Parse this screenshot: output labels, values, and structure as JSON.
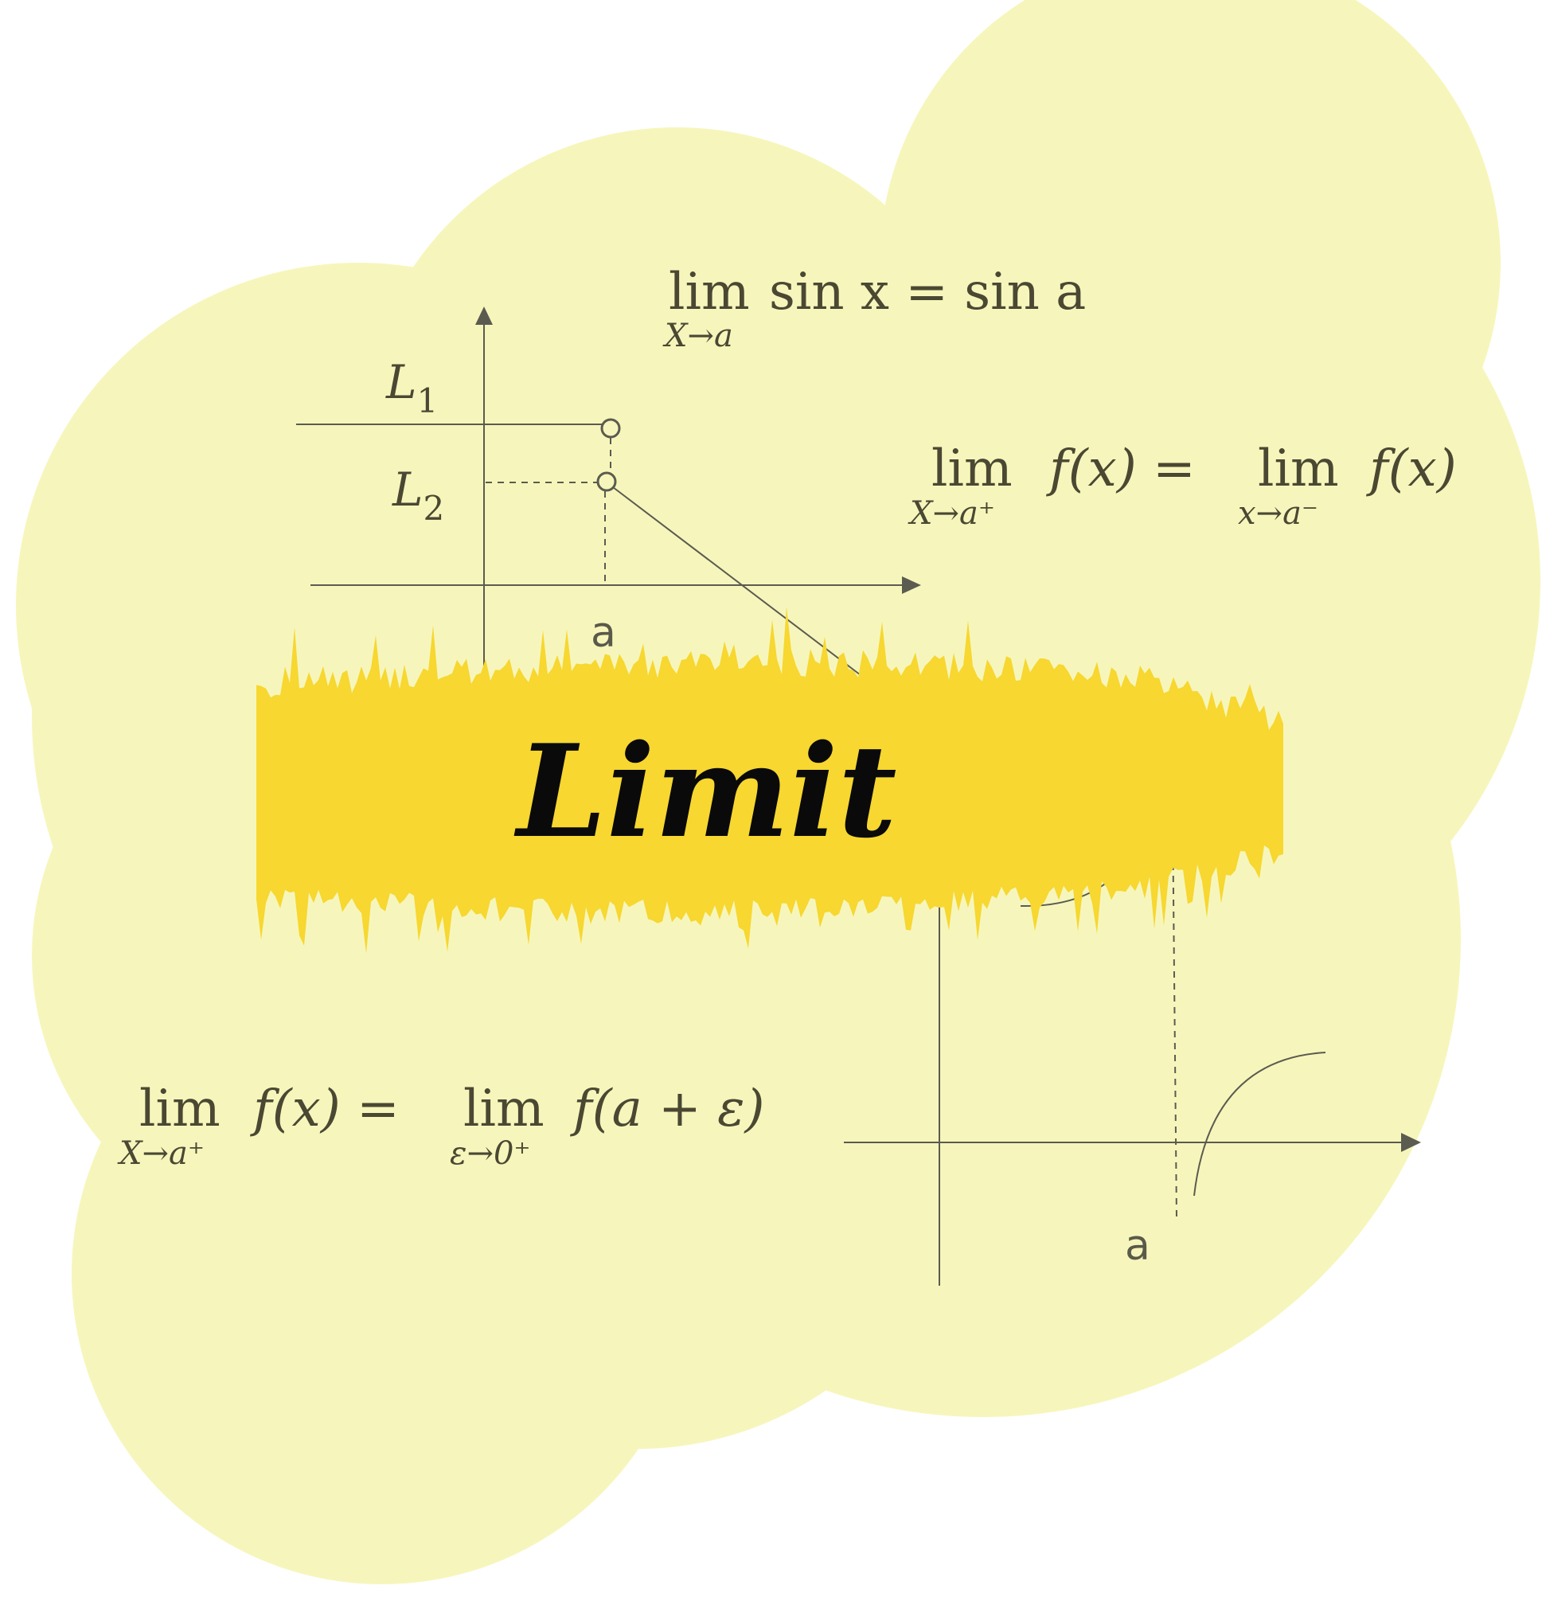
{
  "colors": {
    "cloud": "#f6f6bc",
    "brush": "#f7d730",
    "ink": "#4a4833",
    "title": "#0a0a0a"
  },
  "title": "Limit",
  "formula1": {
    "lim": "lim",
    "sub": "X→a",
    "body": "sin x = sin a"
  },
  "formula2": {
    "lim_left": "lim",
    "sub_left": "X→a⁺",
    "body_left": "f(x) =",
    "lim_right": "lim",
    "sub_right": "x→a⁻",
    "body_right": "f(x)"
  },
  "formula3": {
    "lim_left": "lim",
    "sub_left": "X→a⁺",
    "body_left": "f(x) =",
    "lim_right": "lim",
    "sub_right": "ε→0⁺",
    "body_right": "f(a + ε)"
  },
  "graph1": {
    "label_l1": "L",
    "label_l1_sub": "1",
    "label_l2": "L",
    "label_l2_sub": "2",
    "label_a": "a"
  },
  "graph2": {
    "label_a": "a"
  }
}
